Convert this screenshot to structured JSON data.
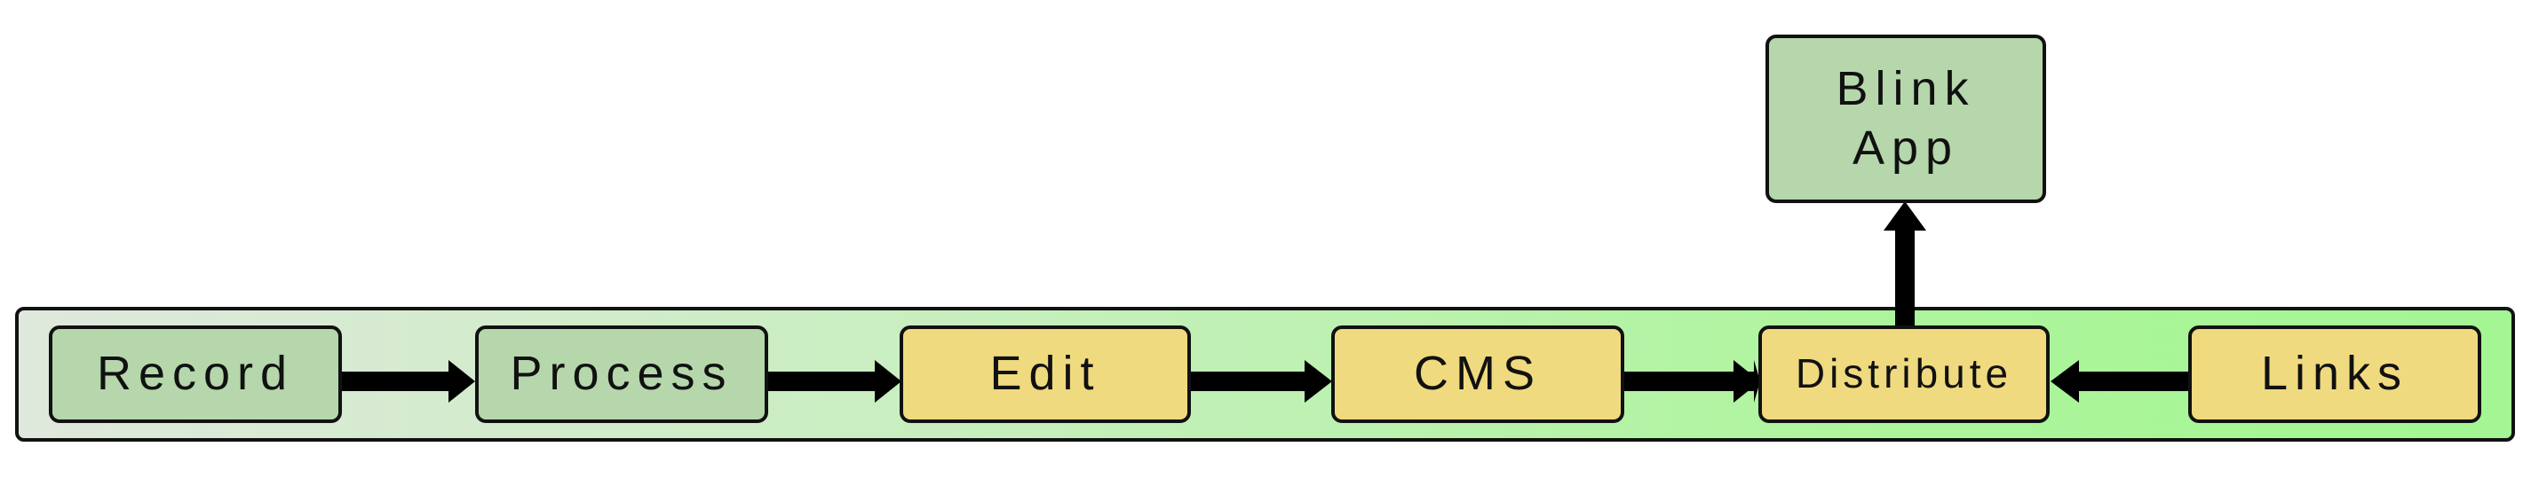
{
  "diagram": {
    "nodes": [
      {
        "id": "record",
        "label": "Record",
        "fill": "#b5d7ab"
      },
      {
        "id": "process",
        "label": "Process",
        "fill": "#b5d7ab"
      },
      {
        "id": "edit",
        "label": "Edit",
        "fill": "#f0da7f"
      },
      {
        "id": "cms",
        "label": "CMS",
        "fill": "#f0da7f"
      },
      {
        "id": "distribute",
        "label": "Distribute",
        "fill": "#f0da7f"
      },
      {
        "id": "links",
        "label": "Links",
        "fill": "#f0da7f"
      },
      {
        "id": "blink_app",
        "label": "Blink\nApp",
        "fill": "#b5d7ab"
      }
    ],
    "edges": [
      {
        "from": "record",
        "to": "process"
      },
      {
        "from": "process",
        "to": "edit"
      },
      {
        "from": "edit",
        "to": "cms"
      },
      {
        "from": "cms",
        "to": "distribute"
      },
      {
        "from": "links",
        "to": "distribute"
      },
      {
        "from": "distribute",
        "to": "blink_app"
      }
    ],
    "colors": {
      "band_start": "#dfe8dc",
      "band_end": "#a3f693",
      "outline": "#111111"
    }
  }
}
